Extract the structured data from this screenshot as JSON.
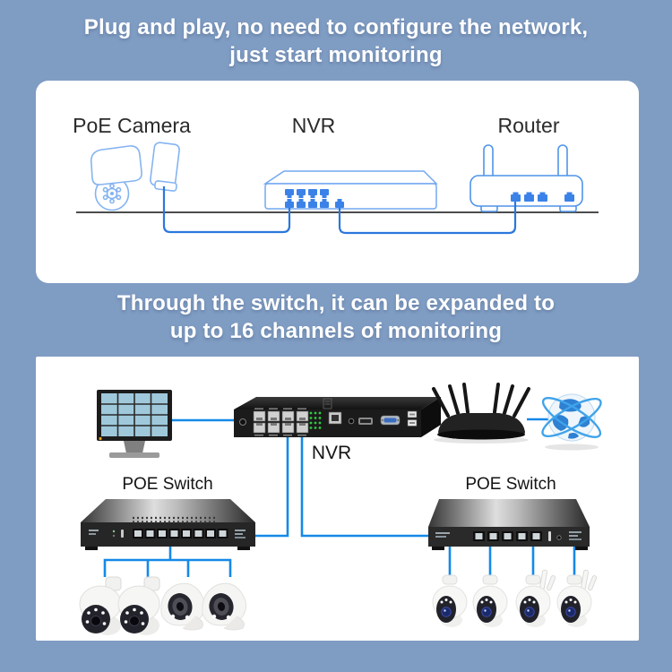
{
  "page": {
    "background_color": "#7f9cc3",
    "card_color": "#ffffff"
  },
  "section1": {
    "heading_line1": "Plug and play, no need to configure the network,",
    "heading_line2": "just start monitoring",
    "labels": {
      "camera": "PoE Camera",
      "nvr": "NVR",
      "router": "Router"
    },
    "icons": [
      "poe-camera-icon",
      "nvr-outline-icon",
      "router-outline-icon",
      "ground-line",
      "ethernet-cable"
    ]
  },
  "section2": {
    "heading_line1": "Through the switch, it can be expanded to",
    "heading_line2": "up to 16 channels of monitoring",
    "nvr_label": "NVR",
    "left_switch_label": "POE Switch",
    "right_switch_label": "POE Switch",
    "icons": [
      "monitor-icon",
      "nvr-device-icon",
      "wifi-router-icon",
      "internet-globe-icon",
      "poe-switch-icon",
      "ptz-camera-icon",
      "dome-camera-icon",
      "wifi-ptz-camera-icon",
      "ethernet-cable"
    ]
  },
  "colors": {
    "outline_blue": "#7fb0f0",
    "port_blue": "#3b82e8",
    "cable_blue_top": "#2b77dd",
    "cable_blue_bottom": "#1589e8",
    "ground_gray": "#4c4c4c",
    "led_green": "#2ecc40",
    "vga_blue": "#3a6cc0",
    "screen_blue": "#9fc9db",
    "power_led_orange": "#e8a020"
  }
}
